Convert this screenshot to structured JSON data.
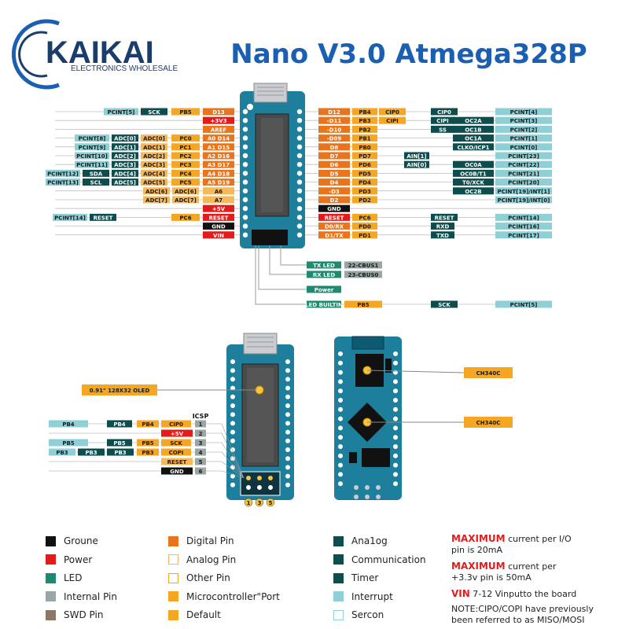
{
  "brand": {
    "name": "KAIKAI",
    "subtitle": "ELECTRONICS WHOLESALE"
  },
  "title": "Nano V3.0 Atmega328P",
  "colors": {
    "ground": "#111111",
    "power": "#e31b1b",
    "led": "#1f8a6e",
    "internal": "#9aa5a5",
    "swd": "#8b7766",
    "digital": "#e8741c",
    "analog": "#f6b95a",
    "micro": "#f5a623",
    "default": "#f5a623",
    "analog_tag": "#0e4d4d",
    "comm": "#0e4d4d",
    "timer": "#0e4d4d",
    "interrupt": "#8fd0d6",
    "board": "#1d7f9b",
    "title": "#1b5fb3",
    "brand": "#1b3d6b"
  },
  "left_pins": [
    {
      "tags": [
        [
          "PCINT[5]",
          "interrupt"
        ],
        [
          "SCK",
          "comm"
        ]
      ],
      "port": "PB5",
      "pin": "D13",
      "pinc": "digital"
    },
    {
      "tags": [],
      "port": "",
      "pin": "+3V3",
      "pinc": "power"
    },
    {
      "tags": [],
      "port": "",
      "pin": "AREF",
      "pinc": "digital"
    },
    {
      "tags": [
        [
          "PCINT[8]",
          "interrupt"
        ],
        [
          "ADC[0]",
          "comm"
        ],
        [
          "ADC[0]",
          "analog"
        ]
      ],
      "port": "PC0",
      "pin": "A0 D14",
      "pinc": "digital"
    },
    {
      "tags": [
        [
          "PCINT[9]",
          "interrupt"
        ],
        [
          "ADC[1]",
          "comm"
        ],
        [
          "ADC[1]",
          "analog"
        ]
      ],
      "port": "PC1",
      "pin": "A1 D15",
      "pinc": "digital"
    },
    {
      "tags": [
        [
          "PCINT[10]",
          "interrupt"
        ],
        [
          "ADC[2]",
          "comm"
        ],
        [
          "ADC[2]",
          "analog"
        ]
      ],
      "port": "PC2",
      "pin": "A2 D16",
      "pinc": "digital"
    },
    {
      "tags": [
        [
          "PCINT[11]",
          "interrupt"
        ],
        [
          "ADC[3]",
          "comm"
        ],
        [
          "ADC[3]",
          "analog"
        ]
      ],
      "port": "PC3",
      "pin": "A3 D17",
      "pinc": "digital"
    },
    {
      "tags": [
        [
          "PCINT[12]",
          "interrupt"
        ],
        [
          "SDA",
          "comm"
        ],
        [
          "ADC[4]",
          "comm"
        ],
        [
          "ADC[4]",
          "analog"
        ]
      ],
      "port": "PC4",
      "pin": "A4 D18",
      "pinc": "digital"
    },
    {
      "tags": [
        [
          "PCINT[13]",
          "interrupt"
        ],
        [
          "SCL",
          "comm"
        ],
        [
          "ADC[5]",
          "comm"
        ],
        [
          "ADC[5]",
          "analog"
        ]
      ],
      "port": "PC5",
      "pin": "A5 D19",
      "pinc": "digital"
    },
    {
      "tags": [
        [
          "ADC[6]",
          "analog"
        ],
        [
          "ADC[6]",
          "analog"
        ]
      ],
      "port": "",
      "pin": "A6",
      "pinc": "analog"
    },
    {
      "tags": [
        [
          "ADC[7]",
          "analog"
        ],
        [
          "ADC[7]",
          "analog"
        ]
      ],
      "port": "",
      "pin": "A7",
      "pinc": "analog"
    },
    {
      "tags": [],
      "port": "",
      "pin": "+5V",
      "pinc": "power"
    },
    {
      "tags": [
        [
          "PCINT[14]",
          "interrupt"
        ],
        [
          "RESET",
          "comm"
        ]
      ],
      "port": "PC6",
      "pin": "RESET",
      "pinc": "power"
    },
    {
      "tags": [],
      "port": "",
      "pin": "GND",
      "pinc": "ground"
    },
    {
      "tags": [],
      "port": "",
      "pin": "VIN",
      "pinc": "power"
    }
  ],
  "right_pins": [
    {
      "pin": "D12",
      "pinc": "digital",
      "port": "PB4",
      "tags": [
        [
          "CIP0",
          "micro"
        ],
        [
          "CIP0",
          "comm"
        ],
        [
          "PCINT[4]",
          "interrupt"
        ]
      ]
    },
    {
      "pin": "-D11",
      "pinc": "digital",
      "port": "PB3",
      "tags": [
        [
          "CIPI",
          "micro"
        ],
        [
          "CIPI",
          "comm"
        ],
        [
          "OC2A",
          "comm"
        ],
        [
          "PCINT[3]",
          "interrupt"
        ]
      ]
    },
    {
      "pin": "-D10",
      "pinc": "digital",
      "port": "PB2",
      "tags": [
        [
          "SS",
          "comm"
        ],
        [
          "OC1B",
          "comm"
        ],
        [
          "PCINT[2]",
          "interrupt"
        ]
      ]
    },
    {
      "pin": "-D09",
      "pinc": "digital",
      "port": "PB1",
      "tags": [
        [
          "OC1A",
          "comm"
        ],
        [
          "PCINT[1]",
          "interrupt"
        ]
      ]
    },
    {
      "pin": "D8",
      "pinc": "digital",
      "port": "PB0",
      "tags": [
        [
          "CLKO/ICP1",
          "comm"
        ],
        [
          "PCINT[0]",
          "interrupt"
        ]
      ]
    },
    {
      "pin": "D7",
      "pinc": "digital",
      "port": "PD7",
      "tags": [
        [
          "AIN[1]",
          "comm"
        ],
        [
          "PCINT[23]",
          "interrupt"
        ]
      ]
    },
    {
      "pin": "D6",
      "pinc": "digital",
      "port": "PD6",
      "tags": [
        [
          "AIN[0]",
          "comm"
        ],
        [
          "OC0A",
          "comm"
        ],
        [
          "PCINT[22]",
          "interrupt"
        ]
      ]
    },
    {
      "pin": "D5",
      "pinc": "digital",
      "port": "PD5",
      "tags": [
        [
          "OC0B/T1",
          "comm"
        ],
        [
          "PCINT[21]",
          "interrupt"
        ]
      ]
    },
    {
      "pin": "D4",
      "pinc": "digital",
      "port": "PD4",
      "tags": [
        [
          "T0/XCK",
          "comm"
        ],
        [
          "PCINT[20]",
          "interrupt"
        ]
      ]
    },
    {
      "pin": "-D3",
      "pinc": "digital",
      "port": "PD3",
      "tags": [
        [
          "OC2B",
          "comm"
        ],
        [
          "PCINT[19]/INT[1]",
          "interrupt"
        ]
      ]
    },
    {
      "pin": "D2",
      "pinc": "digital",
      "port": "PD2",
      "tags": [
        [
          "PCINT[19]/INT[0]",
          "interrupt"
        ]
      ]
    },
    {
      "pin": "GND",
      "pinc": "ground",
      "port": "",
      "tags": []
    },
    {
      "pin": "RESET",
      "pinc": "power",
      "port": "PC6",
      "tags": [
        [
          "RESET",
          "comm"
        ],
        [
          "PCINT[14]",
          "interrupt"
        ]
      ]
    },
    {
      "pin": "D0/RX",
      "pinc": "digital",
      "port": "PD0",
      "tags": [
        [
          "RXD",
          "comm"
        ],
        [
          "PCINT[16]",
          "interrupt"
        ]
      ]
    },
    {
      "pin": "D1/TX",
      "pinc": "digital",
      "port": "PD1",
      "tags": [
        [
          "TXD",
          "comm"
        ],
        [
          "PCINT[17]",
          "interrupt"
        ]
      ]
    }
  ],
  "leds": [
    {
      "label": "TX LED",
      "extra": "22-CBUS1"
    },
    {
      "label": "RX LED",
      "extra": "23-CBUS0"
    },
    {
      "label": "Power",
      "extra": ""
    },
    {
      "label": "LED BUILTIN",
      "extra": "PB5",
      "extra2": "SCK",
      "extra3": "PCINT[5]"
    }
  ],
  "oled_label": "0.91\" 128X32 OLED",
  "icsp_title": "ICSP",
  "icsp": [
    {
      "n": "1",
      "tags": [
        [
          "PB4",
          "interrupt"
        ],
        [
          "PB4",
          "comm"
        ],
        [
          "PB4",
          "micro"
        ],
        [
          "CIP0",
          "micro"
        ]
      ]
    },
    {
      "n": "2",
      "tags": [
        [
          "+5V",
          "power"
        ]
      ]
    },
    {
      "n": "3",
      "tags": [
        [
          "PB5",
          "interrupt"
        ],
        [
          "PB5",
          "comm"
        ],
        [
          "PB5",
          "micro"
        ],
        [
          "SCK",
          "micro"
        ]
      ]
    },
    {
      "n": "4",
      "tags": [
        [
          "PB3",
          "interrupt"
        ],
        [
          "PB3",
          "comm"
        ],
        [
          "PB3",
          "comm"
        ],
        [
          "PB3",
          "micro"
        ],
        [
          "COPI",
          "micro"
        ]
      ]
    },
    {
      "n": "5",
      "tags": [
        [
          "RESET",
          "analog"
        ]
      ]
    },
    {
      "n": "6",
      "tags": [
        [
          "GND",
          "ground"
        ]
      ]
    }
  ],
  "header_numbers": [
    "1",
    "3",
    "5"
  ],
  "chip_labels": [
    "CH340C",
    "CH340C"
  ],
  "legend": [
    {
      "label": "Groune",
      "color": "ground"
    },
    {
      "label": "Power",
      "color": "power"
    },
    {
      "label": "LED",
      "color": "led"
    },
    {
      "label": "Internal Pin",
      "color": "internal"
    },
    {
      "label": "SWD Pin",
      "color": "swd"
    },
    {
      "label": "Digital Pin",
      "color": "digital"
    },
    {
      "label": "Analog Pin",
      "color": "analog",
      "outline": true
    },
    {
      "label": "Other Pin",
      "color": "default",
      "outline": true
    },
    {
      "label": "Microcontroller\"Port",
      "color": "micro"
    },
    {
      "label": "Default",
      "color": "default"
    },
    {
      "label": "Ana1og",
      "color": "analog_tag"
    },
    {
      "label": "Communication",
      "color": "comm"
    },
    {
      "label": "Timer",
      "color": "timer"
    },
    {
      "label": "Interrupt",
      "color": "interrupt"
    },
    {
      "label": "Sercon",
      "color": "interrupt",
      "outline": true
    }
  ],
  "notes": {
    "max1_hl": "MAXIMUM",
    "max1_rest": " current per I/O",
    "max1_line2": "pin is 20mA",
    "max2_hl": "MAXIMUM",
    "max2_rest": " current per",
    "max2_line2": "+3.3v pin is 50mA",
    "vin_hl": "VIN",
    "vin_rest": " 7-12 Vinputto the board",
    "note_line1": "NOTE:CIPO/COPI have previously",
    "note_line2": "been referred to as MISO/MOSI"
  }
}
